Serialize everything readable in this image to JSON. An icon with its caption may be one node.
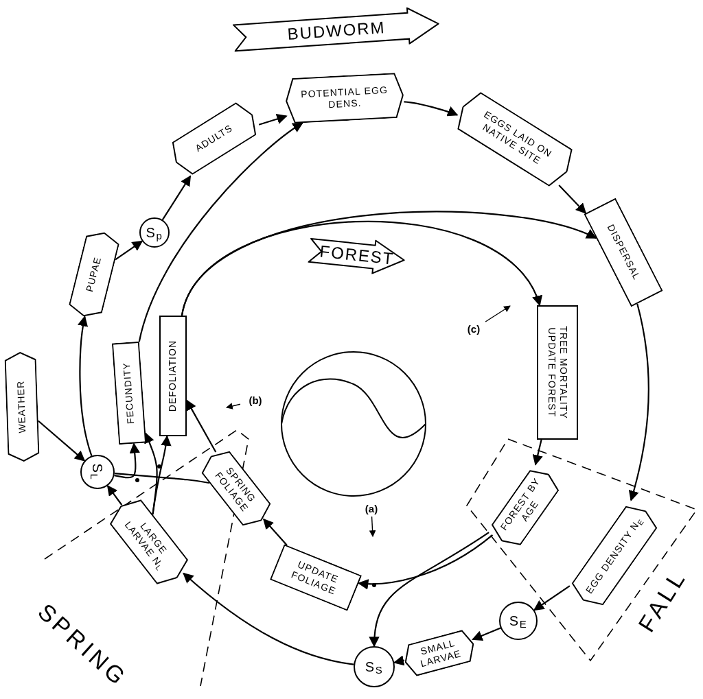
{
  "diagram": {
    "nodes": [
      {
        "text": [
          "BUDWORM"
        ]
      },
      {
        "text": [
          "POTENTIAL EGG DENS."
        ]
      },
      {
        "text": [
          "EGGS LAID ON NATIVE SITE"
        ]
      },
      {
        "text": [
          "ADULTS"
        ]
      },
      {
        "text": [
          "FOREST"
        ]
      },
      {
        "text": [
          "S$_{p}$"
        ]
      },
      {
        "text": [
          "DISPERSAL"
        ]
      },
      {
        "text": [
          "PUPAE"
        ]
      },
      {
        "text": [
          "(c)"
        ]
      },
      {
        "text": [
          "TREE MORTALITY UPDATE FOREST"
        ]
      },
      {
        "text": [
          "FECUNDITY"
        ]
      },
      {
        "text": [
          "DEFOLIATION"
        ]
      },
      {
        "text": [
          "WEATHER"
        ]
      },
      {
        "text": [
          "(b)"
        ]
      },
      {
        "text": [
          "S$_{L}$"
        ]
      },
      {
        "text": [
          "FOREST BY AGE"
        ]
      },
      {
        "text": [
          "(a)"
        ]
      },
      {
        "text": [
          "SPRING FOLIAGE"
        ]
      },
      {
        "text": [
          "EGG DENSITY N$_{E}$"
        ]
      },
      {
        "text": [
          "LARGE LARVAE N$_{L}$"
        ]
      },
      {
        "text": [
          "UPDATE FOLIAGE"
        ]
      },
      {
        "text": [
          "S$_{E}$"
        ]
      },
      {
        "text": [
          "SMALL LARVAE"
        ]
      },
      {
        "text": [
          "S$_{S}$"
        ]
      }
    ],
    "edges": [
      {
        "from": 5,
        "to": 3,
        "arrow": "to"
      },
      {
        "from": 3,
        "to": 1,
        "arrow": "to"
      },
      {
        "from": 1,
        "to": 2,
        "arrow": "to"
      },
      {
        "from": 2,
        "to": 6,
        "arrow": "to"
      },
      {
        "from": 6,
        "to": 18,
        "arrow": "to"
      },
      {
        "from": 18,
        "to": 21,
        "arrow": "to"
      },
      {
        "from": 21,
        "to": 22,
        "arrow": "to"
      },
      {
        "from": 22,
        "to": 23,
        "arrow": "to"
      },
      {
        "from": 23,
        "to": 19,
        "arrow": "to"
      },
      {
        "from": 19,
        "to": 14,
        "arrow": "to"
      },
      {
        "from": 14,
        "to": 7,
        "arrow": "to"
      },
      {
        "from": 7,
        "to": 5,
        "arrow": "to"
      },
      {
        "from": 12,
        "to": 14,
        "arrow": "to"
      },
      {
        "from": 10,
        "to": 1,
        "arrow": "to"
      },
      {
        "from": 14,
        "to": 10,
        "arrow": "to"
      },
      {
        "from": 19,
        "to": 10,
        "arrow": "to"
      },
      {
        "from": 19,
        "to": 11,
        "arrow": "to"
      },
      {
        "from": 17,
        "to": 11,
        "arrow": "to"
      },
      {
        "from": 14,
        "to": 17,
        "arrow": "none"
      },
      {
        "from": 11,
        "to": 9,
        "arrow": "to"
      },
      {
        "from": 11,
        "to": 6,
        "arrow": "to"
      },
      {
        "from": 9,
        "to": 15,
        "arrow": "to"
      },
      {
        "from": 15,
        "to": 20,
        "arrow": "to"
      },
      {
        "from": 15,
        "to": 23,
        "arrow": "to"
      },
      {
        "from": 20,
        "to": 17,
        "arrow": "to"
      },
      {
        "from": 16,
        "to": null,
        "arrow": "to"
      },
      {
        "from": 13,
        "to": null,
        "arrow": "to"
      },
      {
        "from": 8,
        "to": null,
        "arrow": "to"
      }
    ],
    "labels": [
      "SPRING",
      "FALL"
    ]
  }
}
